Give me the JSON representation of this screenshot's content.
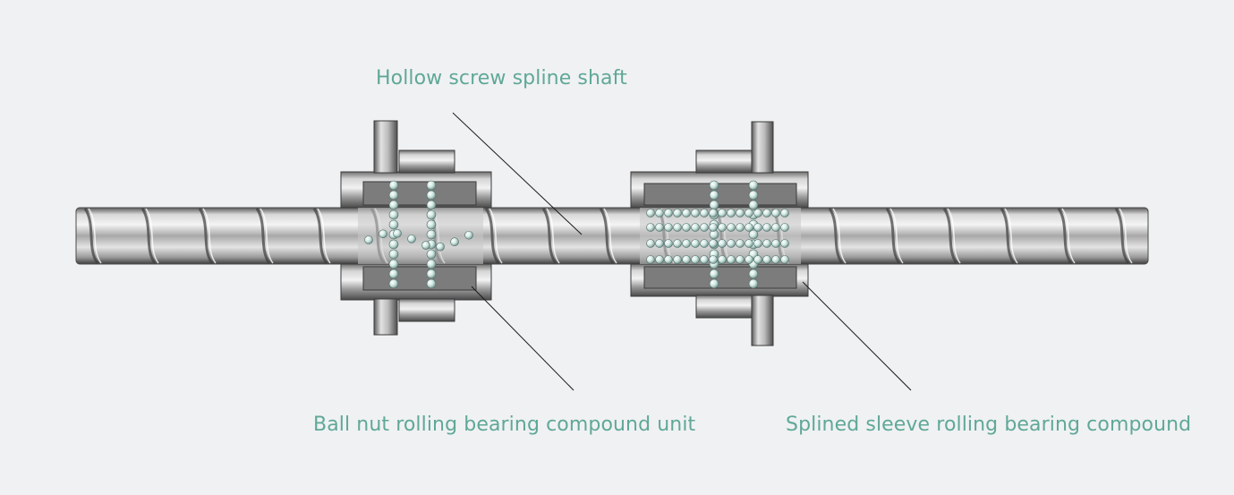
{
  "labels": {
    "shaft": "Hollow screw spline shaft",
    "ball_nut": "Ball nut rolling bearing compound unit",
    "sleeve": "Splined sleeve rolling bearing compound"
  },
  "colors": {
    "label": "#5fa897",
    "leader": "#1a1a1a",
    "background": "#f0f1f3",
    "steel_light": "#e6e6e6",
    "steel_mid": "#b0b0b0",
    "steel_dark": "#4a4a4a",
    "ball": "#cfe7e2"
  }
}
